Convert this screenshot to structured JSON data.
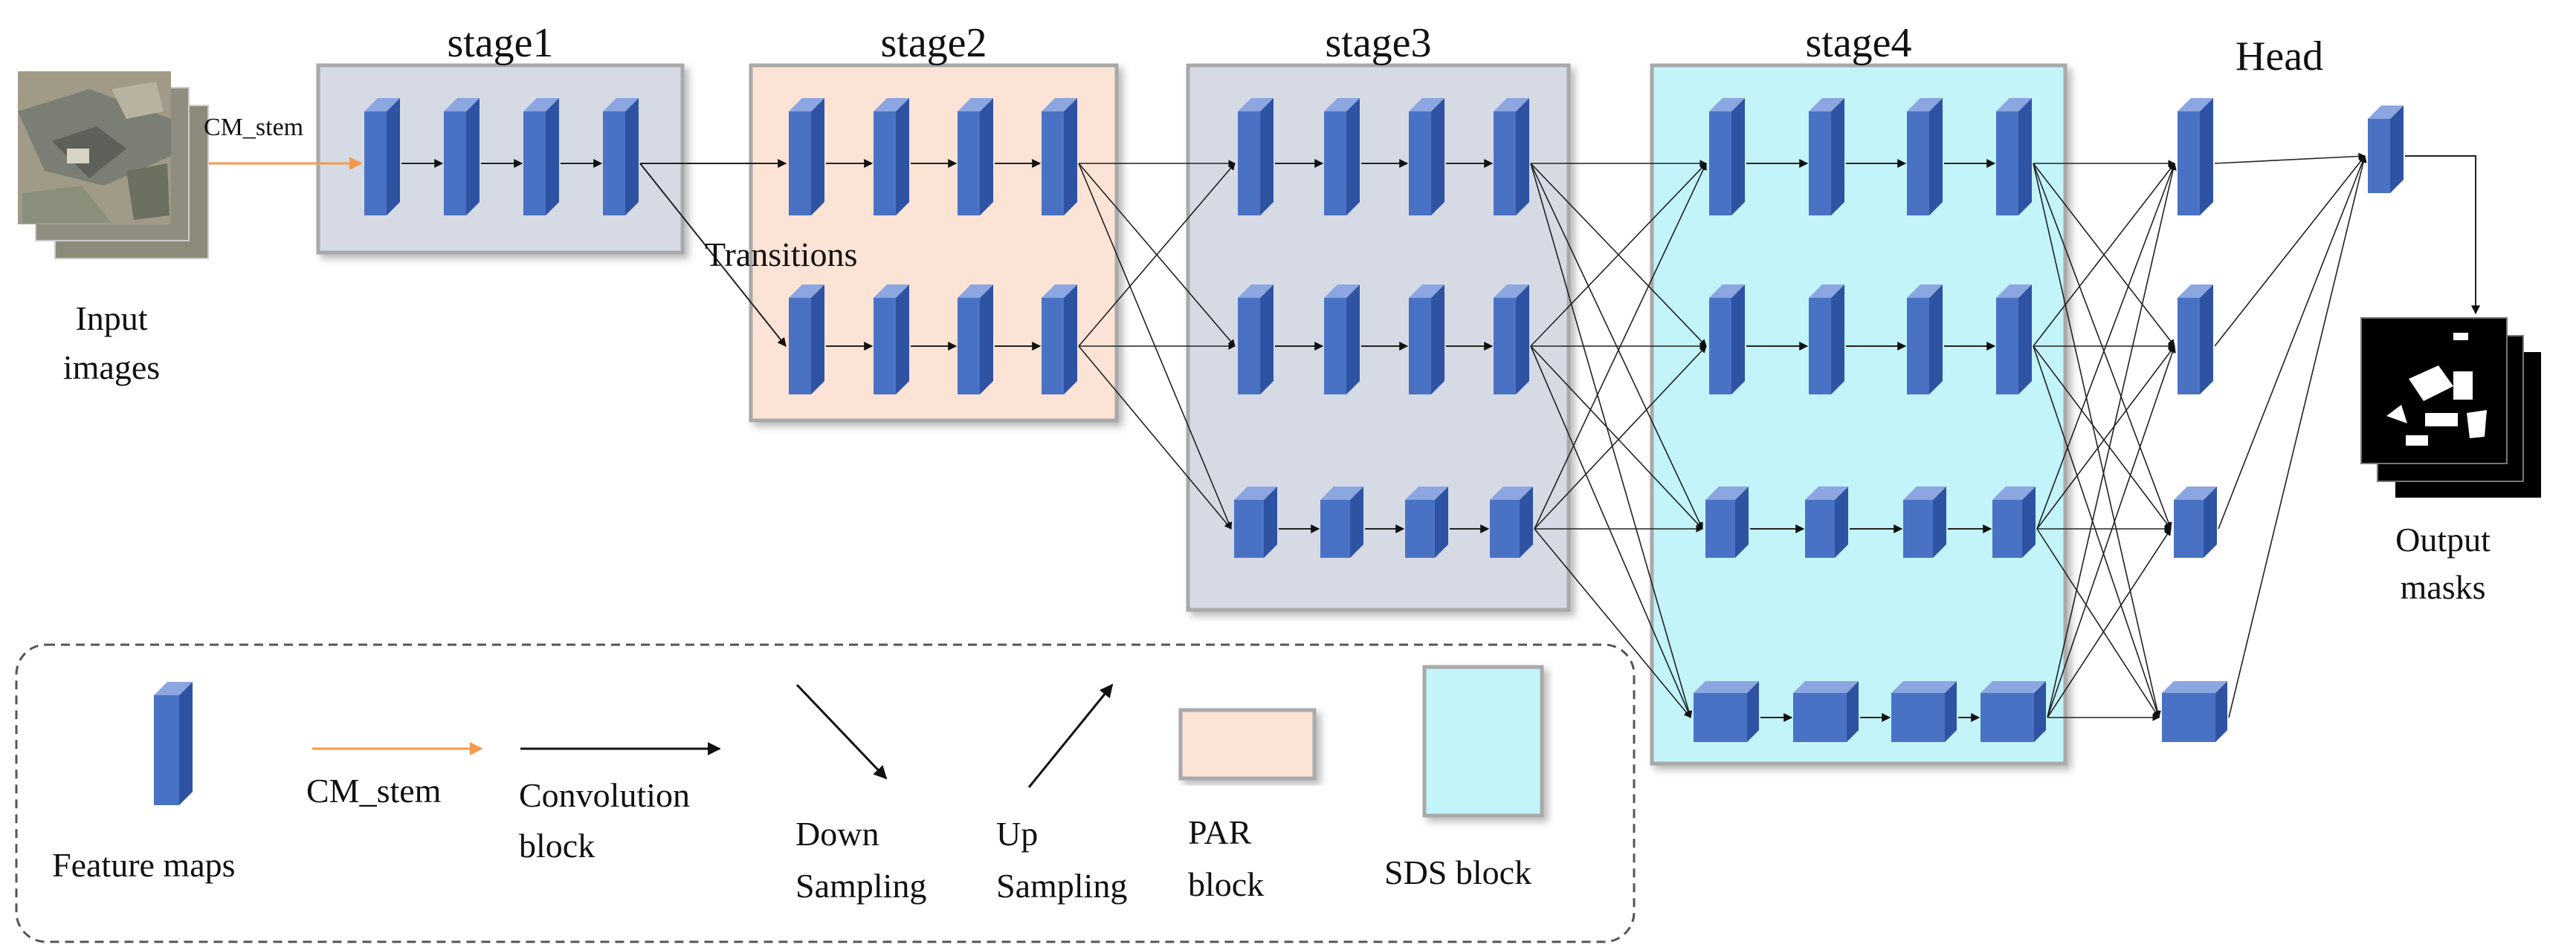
{
  "stages": [
    {
      "id": "stage1",
      "title": "stage1",
      "kind": "plain"
    },
    {
      "id": "stage2",
      "title": "stage2",
      "kind": "par"
    },
    {
      "id": "stage3",
      "title": "stage3",
      "kind": "plain"
    },
    {
      "id": "stage4",
      "title": "stage4",
      "kind": "sds"
    }
  ],
  "head": {
    "title": "Head"
  },
  "labels": {
    "input_line1": "Input",
    "input_line2": "images",
    "output_line1": "Output",
    "output_line2": "masks",
    "cm_stem": "CM_stem",
    "transitions": "Transitions"
  },
  "legend": {
    "feature_maps": "Feature maps",
    "cm_stem": "CM_stem",
    "convolution_line1": "Convolution",
    "convolution_line2": "block",
    "down_line1": "Down",
    "down_line2": "Sampling",
    "up_line1": "Up",
    "up_line2": "Sampling",
    "par_line1": "PAR",
    "par_line2": "block",
    "sds": "SDS block"
  },
  "colors": {
    "block_front": "#4a72c4",
    "block_side": "#2f53a3",
    "block_top": "#8ba6e0",
    "par_fill": "#fbe3d5",
    "sds_fill": "#c2f4f9",
    "plain_fill": "#d6dae5",
    "cm_stem_arrow": "#f39a4d"
  }
}
